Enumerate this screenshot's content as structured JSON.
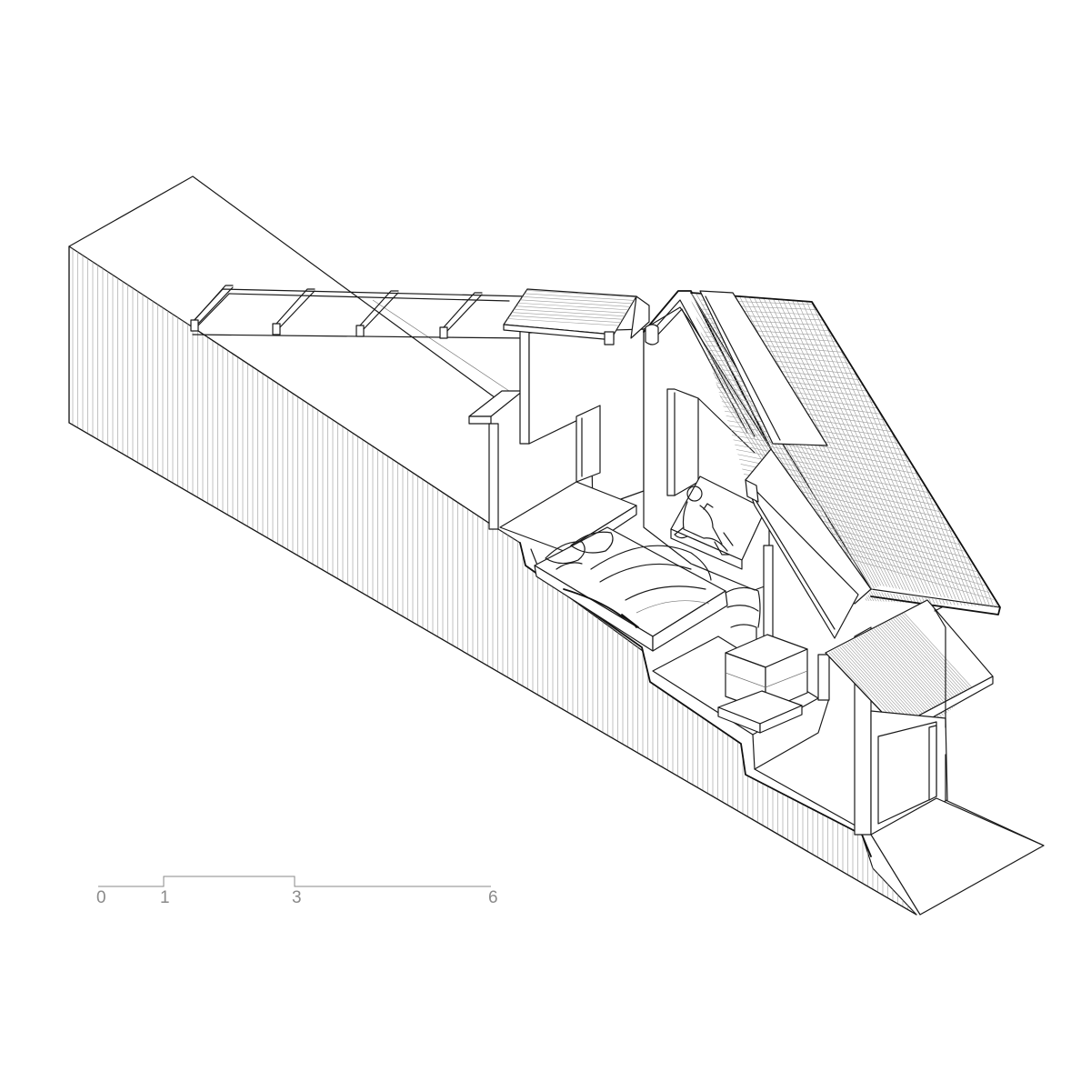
{
  "scale_bar": {
    "ticks": [
      "0",
      "1",
      "3",
      "6"
    ]
  }
}
